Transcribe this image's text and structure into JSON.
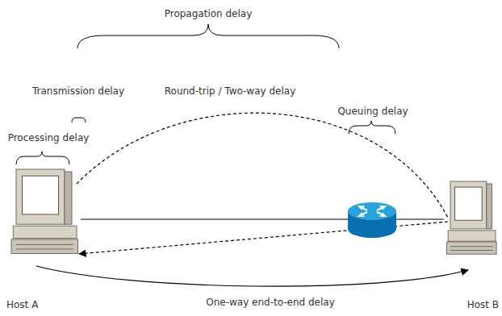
{
  "diagram": {
    "nodes": [
      {
        "text": [
          "Host A"
        ]
      },
      {
        "text": [
          "Host B"
        ]
      }
    ],
    "edges": [
      {
        "from": 0,
        "to": 1,
        "arrow": "none"
      },
      {
        "from": 0,
        "to": 1,
        "arrow": "none"
      },
      {
        "from": 1,
        "to": 0,
        "arrow": "to"
      },
      {
        "from": 0,
        "to": 1,
        "label": "One-way end-to-end delay",
        "arrow": "to"
      }
    ],
    "labels": [
      "Propagation delay",
      "Transmission delay",
      "Round-trip / Two-way delay",
      "Queuing delay",
      "Processing delay"
    ]
  }
}
